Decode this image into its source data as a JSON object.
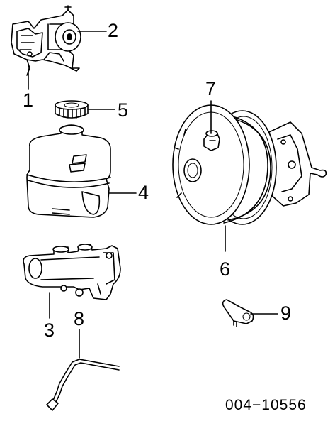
{
  "callouts": {
    "c1": "1",
    "c2": "2",
    "c3": "3",
    "c4": "4",
    "c5": "5",
    "c6": "6",
    "c7": "7",
    "c8": "8",
    "c9": "9"
  },
  "diagram_code": "004−10556",
  "icons": {
    "reservoir_bracket": "bracket-icon",
    "pump_motor": "motor-icon",
    "master_cylinder": "master-cylinder-icon",
    "fluid_reservoir": "reservoir-icon",
    "reservoir_cap": "cap-icon",
    "power_brake_booster": "booster-icon",
    "check_valve": "valve-icon",
    "brake_line": "brake-line-icon",
    "vacuum_sensor": "sensor-icon"
  }
}
